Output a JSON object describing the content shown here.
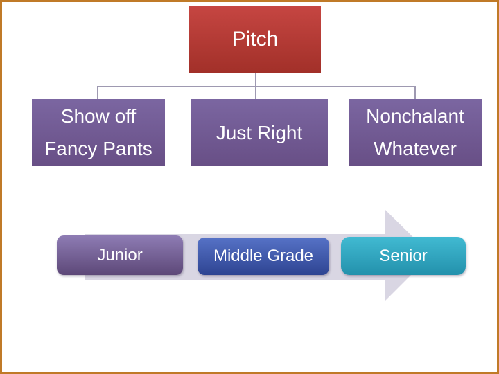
{
  "pitch": {
    "label": "Pitch"
  },
  "tiers": [
    {
      "line1": "Show off",
      "line2": "Fancy Pants"
    },
    {
      "line1": "Just Right",
      "line2": ""
    },
    {
      "line1": "Nonchalant",
      "line2": "Whatever"
    }
  ],
  "levels": [
    {
      "label": "Junior"
    },
    {
      "label": "Middle Grade"
    },
    {
      "label": "Senior"
    }
  ],
  "colors": {
    "frame": "#c07a28",
    "pitch_top": "#c64642",
    "pitch_bottom": "#a23029",
    "tier_top": "#7b66a1",
    "tier_bottom": "#684f86",
    "connector": "#9e99b1",
    "arrow": "#d9d6e3",
    "junior_top": "#8e7cb4",
    "junior_bottom": "#5d4878",
    "middle_top": "#5672c6",
    "middle_bottom": "#2e4492",
    "senior_top": "#41bad2",
    "senior_bottom": "#2391ac",
    "text": "#ffffff"
  }
}
